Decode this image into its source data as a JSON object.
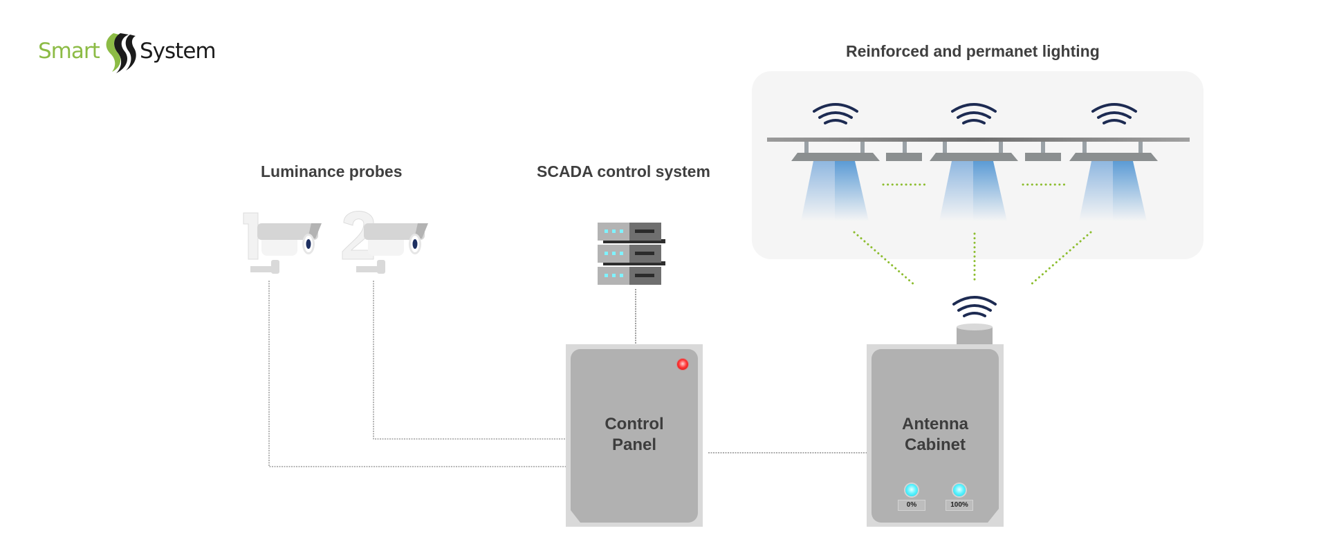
{
  "logo": {
    "word_left": "Smart",
    "word_right": "System",
    "colors": {
      "green": "#8cbb45",
      "dark": "#1b1b1b"
    }
  },
  "headings": {
    "luminance_probes": "Luminance probes",
    "scada": "SCADA control system",
    "lighting": "Reinforced and permanet lighting"
  },
  "probes": [
    {
      "number": "1",
      "icon": "security-camera-icon"
    },
    {
      "number": "2",
      "icon": "security-camera-icon"
    }
  ],
  "scada": {
    "icon": "server-rack-icon",
    "units": 3
  },
  "control_panel": {
    "label_line1": "Control",
    "label_line2": "Panel",
    "indicator": "red-status-led"
  },
  "antenna_cabinet": {
    "label_line1": "Antenna",
    "label_line2": "Cabinet",
    "indicators": [
      {
        "label": "0%",
        "led": "cyan-status-led"
      },
      {
        "label": "100%",
        "led": "cyan-status-led"
      }
    ],
    "antenna_icon": "wifi-icon"
  },
  "lighting": {
    "luminaires": 3,
    "icon": "wifi-icon"
  },
  "colors": {
    "heading_text": "#3f3f3f",
    "wifi": "#1d2b52",
    "link_dotted_green": "#8cbd2e",
    "wire_dotted_gray": "#8a8a8a",
    "cabinet_outer": "#d9d9d9",
    "cabinet_inner": "#b1b1b1",
    "panel_bg": "#f5f5f5",
    "beam_blue": "#5b9bd5"
  }
}
